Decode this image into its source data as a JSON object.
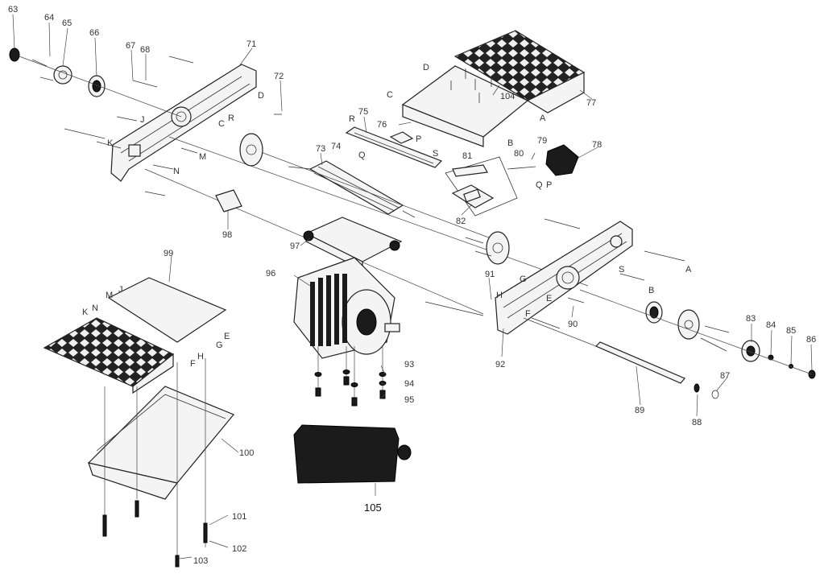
{
  "diagram": {
    "part_numbers": [
      "63",
      "64",
      "65",
      "66",
      "67",
      "68",
      "71",
      "72",
      "73",
      "74",
      "75",
      "76",
      "77",
      "78",
      "79",
      "80",
      "81",
      "82",
      "83",
      "84",
      "85",
      "86",
      "87",
      "88",
      "89",
      "90",
      "91",
      "92",
      "93",
      "94",
      "95",
      "96",
      "97",
      "98",
      "99",
      "100",
      "101",
      "102",
      "103",
      "104",
      "105"
    ],
    "reference_letters": {
      "D1": "D",
      "C1": "C",
      "R1": "R",
      "J1": "J",
      "K1": "K",
      "M1": "M",
      "N1": "N",
      "D2": "D",
      "C2": "C",
      "A1": "A",
      "B1": "B",
      "R2": "R",
      "P1": "P",
      "Q1": "Q",
      "S1": "S",
      "Q2": "Q",
      "P2": "P",
      "S2": "S",
      "A2": "A",
      "B2": "B",
      "G1": "G",
      "H1": "H",
      "E1": "E",
      "F1": "F",
      "M2": "M",
      "J2": "J",
      "K2": "K",
      "N2": "N",
      "E2": "E",
      "G2": "G",
      "H2": "H",
      "F2": "F"
    }
  }
}
